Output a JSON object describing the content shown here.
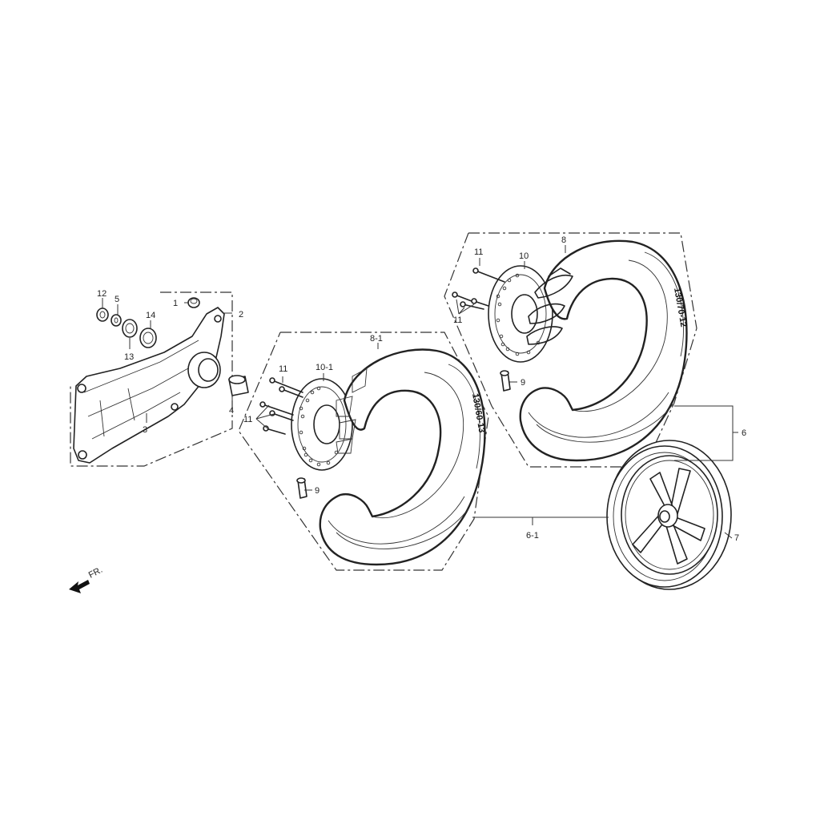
{
  "callouts": {
    "c1": "1",
    "c2": "2",
    "c3": "3",
    "c4": "4",
    "c5": "5",
    "c6": "6",
    "c6_1": "6-1",
    "c7": "7",
    "c8": "8",
    "c8_1": "8-1",
    "c9_left": "9",
    "c9_right": "9",
    "c10": "10",
    "c10_1": "10-1",
    "c11_left_top": "11",
    "c11_left_bottom": "11",
    "c11_right_top": "11",
    "c11_right_bottom": "11",
    "c12": "12",
    "c13": "13",
    "c14": "14"
  },
  "tire_sizes": {
    "front": "130/60-13",
    "rear": "130/70-12"
  },
  "direction": {
    "label": "FR."
  }
}
